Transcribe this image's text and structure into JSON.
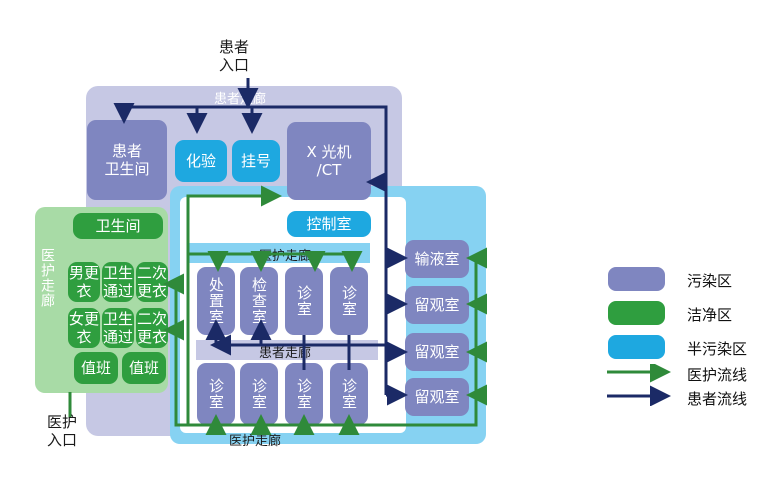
{
  "entrances": {
    "patient_entrance": "患者\n入口",
    "medical_entrance": "医护\n入口"
  },
  "corridors": {
    "patient_corridor_top": "患者走廊",
    "medical_corridor_mid": "医护走廊",
    "patient_corridor_mid": "患者走廊",
    "medical_corridor_bottom": "医护走廊",
    "medical_corridor_side": "医护走廊"
  },
  "rooms": {
    "patient_toilet": "患者\n卫生间",
    "lab_test": "化验",
    "registration": "挂号",
    "xray_ct": "X 光机\n/CT",
    "control_room": "控制室",
    "staff_toilet": "卫生间",
    "male_change": "男更\n衣",
    "male_sanitize": "卫生\n通过",
    "male_second_change": "二次\n更衣",
    "female_change": "女更\n衣",
    "female_sanitize": "卫生\n通过",
    "female_second_change": "二次\n更衣",
    "duty_1": "值班",
    "duty_2": "值班",
    "treatment": "处置室",
    "exam": "检查室",
    "consult_top_1": "诊室",
    "consult_top_2": "诊室",
    "consult_bottom_1": "诊室",
    "consult_bottom_2": "诊室",
    "consult_bottom_3": "诊室",
    "consult_bottom_4": "诊室",
    "infusion": "输液室",
    "observation_1": "留观室",
    "observation_2": "留观室",
    "observation_3": "留观室"
  },
  "legend": {
    "contaminated": "污染区",
    "clean": "洁净区",
    "semi_contaminated": "半污染区",
    "medical_flow": "医护流线",
    "patient_flow": "患者流线"
  },
  "colors": {
    "contaminated": "#7f86c0",
    "clean": "#2f9e3f",
    "semi_contaminated": "#1ea8e0",
    "medical_flow_line": "#2f8a3a",
    "patient_flow_line": "#1b2a66"
  }
}
